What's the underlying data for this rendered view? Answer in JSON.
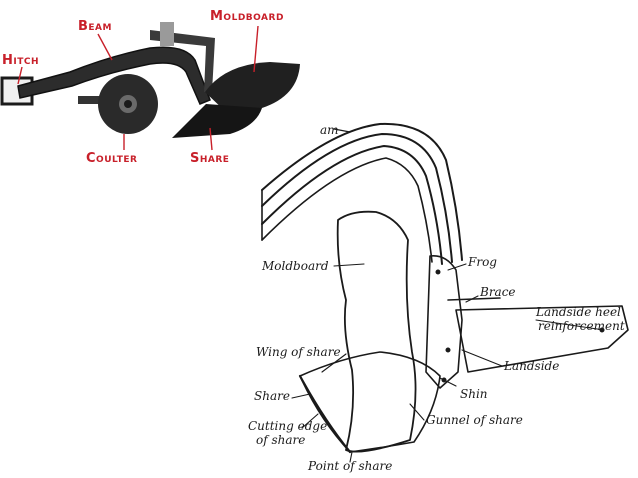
{
  "top_diagram": {
    "labels": {
      "hitch": "Hitch",
      "beam": "Beam",
      "moldboard": "Moldboard",
      "coulter": "Coulter",
      "share": "Share"
    },
    "label_color": "#c8202a"
  },
  "bottom_diagram": {
    "labels": {
      "beam": "am",
      "moldboard": "Moldboard",
      "frog": "Frog",
      "brace": "Brace",
      "landside_heel_line1": "Landside heel",
      "landside_heel_line2": "reinforcement",
      "landside": "Landside",
      "wing": "Wing of share",
      "share": "Share",
      "shin": "Shin",
      "cutting_edge_line1": "Cutting edge",
      "cutting_edge_line2": "of share",
      "gunnel": "Gunnel of share",
      "point": "Point of share"
    }
  }
}
